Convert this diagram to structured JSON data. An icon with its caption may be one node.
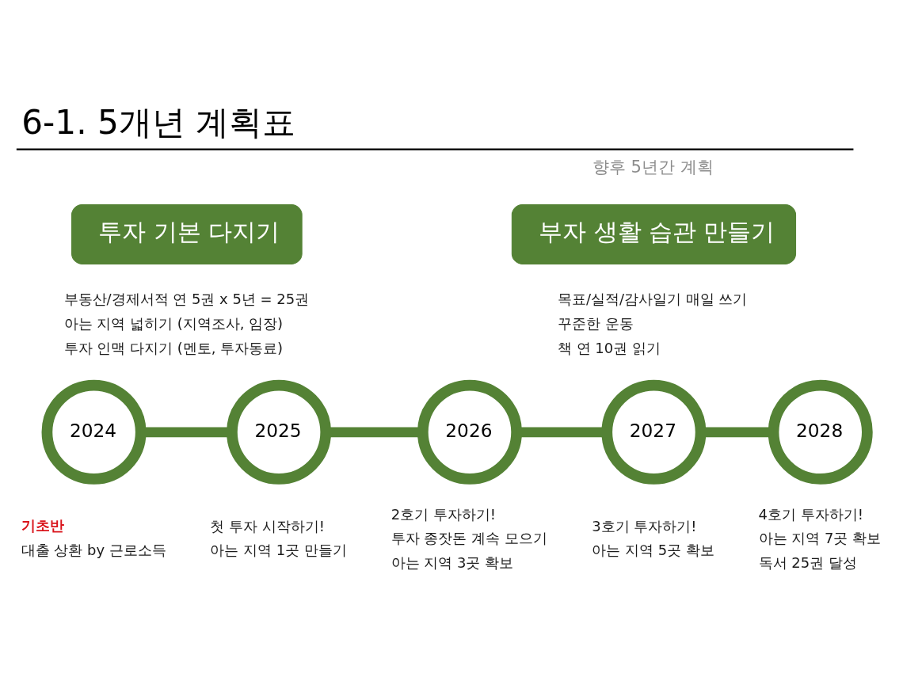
{
  "diagram": {
    "title": "6-1. 5개년 계획표",
    "nodes": [
      {
        "text": [
          "투자 기본 다지기"
        ],
        "beside": [
          "부동산/경제서적 연 5권 x 5년 = 25권",
          "아는 지역 넓히기 (지역조사, 임장)",
          "투자 인맥 다지기 (멘토, 투자동료)"
        ]
      },
      {
        "text": [
          "부자 생활 습관 만들기"
        ],
        "beside": [
          "목표/실적/감사일기 매일 쓰기",
          "꾸준한 운동",
          "책 연 10권 읽기"
        ]
      },
      {
        "text": [
          "2024"
        ],
        "beside": [
          "기초반",
          "대출 상환 by 근로소득"
        ]
      },
      {
        "text": [
          "2025"
        ],
        "beside": [
          "첫 투자 시작하기!",
          "아는 지역 1곳 만들기"
        ]
      },
      {
        "text": [
          "2026"
        ],
        "beside": [
          "2호기 투자하기!",
          "투자 종잣돈 계속 모으기",
          "아는 지역 3곳 확보"
        ]
      },
      {
        "text": [
          "2027"
        ],
        "beside": [
          "3호기 투자하기!",
          "아는 지역 5곳 확보"
        ]
      },
      {
        "text": [
          "2028"
        ],
        "beside": [
          "4호기 투자하기!",
          "아는 지역 7곳 확보",
          "독서 25권 달성"
        ]
      }
    ],
    "edges": [
      {
        "from": 2,
        "to": 3,
        "arrow": "none"
      },
      {
        "from": 3,
        "to": 4,
        "arrow": "none"
      },
      {
        "from": 4,
        "to": 5,
        "arrow": "none"
      },
      {
        "from": 5,
        "to": 6,
        "arrow": "none"
      }
    ],
    "labels": [
      "향후 5년간 계획"
    ]
  }
}
